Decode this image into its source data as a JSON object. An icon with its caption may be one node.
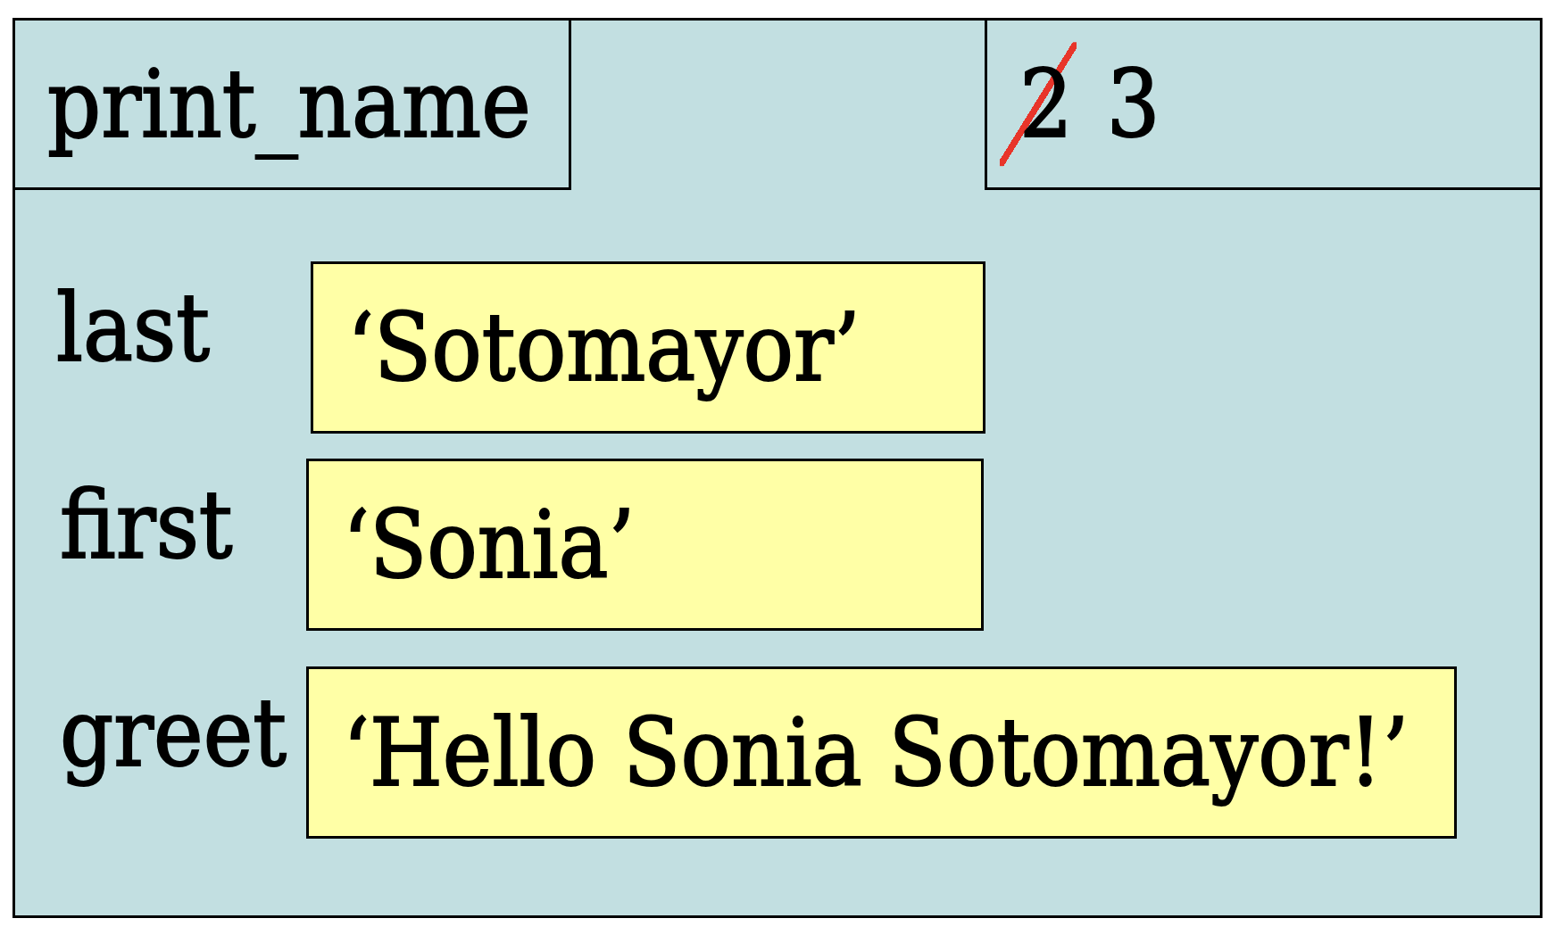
{
  "diagram": {
    "nodes": [
      {
        "text": [],
        "shape": "box"
      },
      {
        "text": [
          "print_name"
        ],
        "in": 0
      },
      {
        "text": [
          "2",
          "3"
        ],
        "in": 0
      },
      {
        "text": [
          "‘Sotomayor’"
        ],
        "in": 0,
        "beside": [
          "last"
        ]
      },
      {
        "text": [
          "‘Sonia’"
        ],
        "in": 0,
        "beside": [
          "first"
        ]
      },
      {
        "text": [
          "‘Hello Sonia Sotomayor!’"
        ],
        "in": 0,
        "beside": [
          "greet"
        ]
      }
    ]
  }
}
